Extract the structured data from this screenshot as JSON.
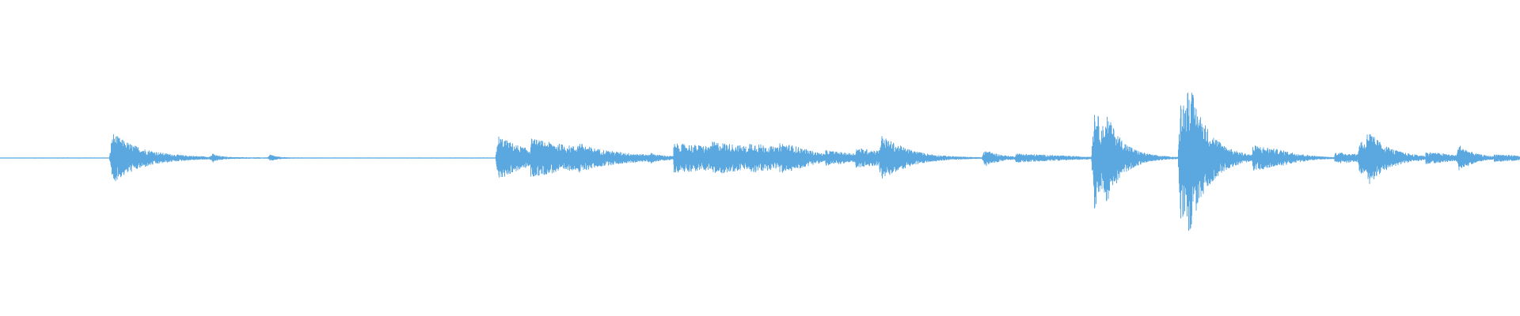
{
  "waveform": {
    "color": "#5ba8e0",
    "background": "#ffffff",
    "bursts": [
      {
        "position": 0.074,
        "amplitude": 0.16,
        "decay": 0.02,
        "kind": "sharp"
      },
      {
        "position": 0.14,
        "amplitude": 0.02,
        "decay": 0.004,
        "kind": "tick"
      },
      {
        "position": 0.178,
        "amplitude": 0.02,
        "decay": 0.004,
        "kind": "tick"
      },
      {
        "position": 0.328,
        "amplitude": 0.14,
        "decay": 0.022,
        "kind": "sharp"
      },
      {
        "position": 0.351,
        "amplitude": 0.07,
        "decay": 0.03,
        "kind": "soft"
      },
      {
        "position": 0.381,
        "amplitude": 0.03,
        "decay": 0.006,
        "kind": "tick"
      },
      {
        "position": 0.428,
        "amplitude": 0.015,
        "decay": 0.004,
        "kind": "tick"
      },
      {
        "position": 0.445,
        "amplitude": 0.08,
        "decay": 0.03,
        "kind": "soft"
      },
      {
        "position": 0.47,
        "amplitude": 0.03,
        "decay": 0.02,
        "kind": "soft"
      },
      {
        "position": 0.495,
        "amplitude": 0.03,
        "decay": 0.02,
        "kind": "soft"
      },
      {
        "position": 0.515,
        "amplitude": 0.035,
        "decay": 0.01,
        "kind": "soft"
      },
      {
        "position": 0.545,
        "amplitude": 0.025,
        "decay": 0.02,
        "kind": "soft"
      },
      {
        "position": 0.565,
        "amplitude": 0.035,
        "decay": 0.015,
        "kind": "soft"
      },
      {
        "position": 0.58,
        "amplitude": 0.1,
        "decay": 0.018,
        "kind": "sharp"
      },
      {
        "position": 0.648,
        "amplitude": 0.05,
        "decay": 0.01,
        "kind": "tick"
      },
      {
        "position": 0.67,
        "amplitude": 0.02,
        "decay": 0.02,
        "kind": "soft"
      },
      {
        "position": 0.72,
        "amplitude": 0.32,
        "decay": 0.012,
        "kind": "sharp"
      },
      {
        "position": 0.728,
        "amplitude": 0.12,
        "decay": 0.01,
        "kind": "sharp"
      },
      {
        "position": 0.777,
        "amplitude": 0.42,
        "decay": 0.012,
        "kind": "sharp"
      },
      {
        "position": 0.782,
        "amplitude": 0.22,
        "decay": 0.014,
        "kind": "sharp"
      },
      {
        "position": 0.826,
        "amplitude": 0.06,
        "decay": 0.014,
        "kind": "soft"
      },
      {
        "position": 0.88,
        "amplitude": 0.03,
        "decay": 0.01,
        "kind": "soft"
      },
      {
        "position": 0.895,
        "amplitude": 0.1,
        "decay": 0.012,
        "kind": "sharp"
      },
      {
        "position": 0.9,
        "amplitude": 0.1,
        "decay": 0.016,
        "kind": "sharp"
      },
      {
        "position": 0.94,
        "amplitude": 0.025,
        "decay": 0.01,
        "kind": "soft"
      },
      {
        "position": 0.96,
        "amplitude": 0.07,
        "decay": 0.01,
        "kind": "sharp"
      },
      {
        "position": 0.985,
        "amplitude": 0.015,
        "decay": 0.012,
        "kind": "soft"
      }
    ]
  }
}
